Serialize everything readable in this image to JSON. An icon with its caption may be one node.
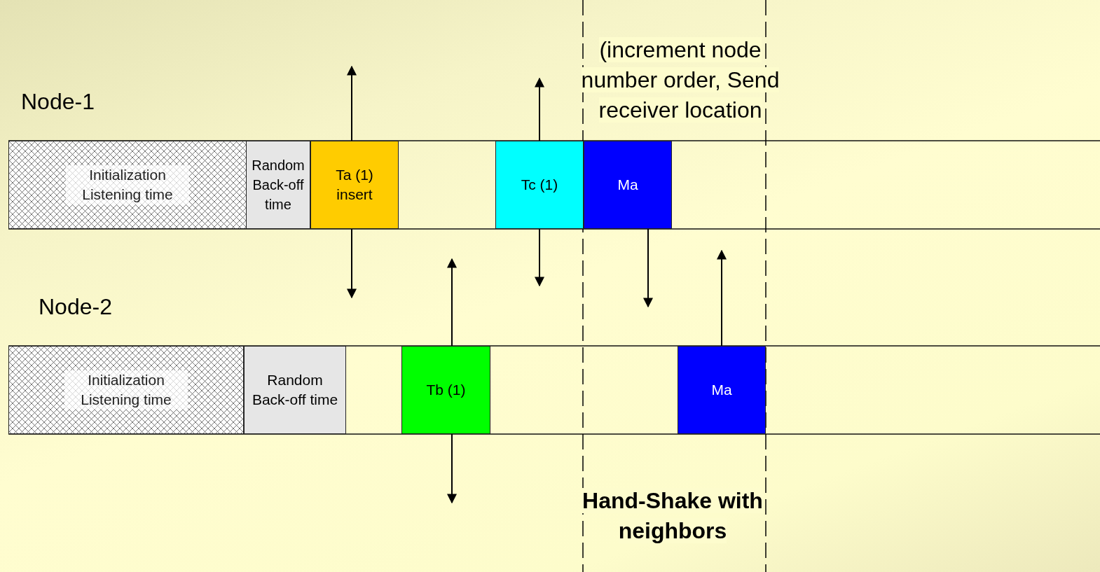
{
  "diagram": {
    "nodes": [
      {
        "text": [
          "Initialization Listening time"
        ]
      },
      {
        "text": [
          "Random Back-off time"
        ]
      },
      {
        "text": [
          "Ta (1) insert"
        ]
      },
      {
        "text": [
          "Tc (1)"
        ]
      },
      {
        "text": [
          "Ma"
        ]
      },
      {
        "text": [
          "Initialization Listening time"
        ]
      },
      {
        "text": [
          "Random Back-off time"
        ]
      },
      {
        "text": [
          "Tb (1)"
        ]
      },
      {
        "text": [
          "Ma"
        ]
      }
    ],
    "edges": [
      {
        "from": 2,
        "to": null,
        "arrow": "to"
      },
      {
        "from": 2,
        "to": null,
        "arrow": "to"
      },
      {
        "from": 3,
        "to": null,
        "arrow": "to"
      },
      {
        "from": 3,
        "to": null,
        "arrow": "to"
      },
      {
        "from": 4,
        "to": null,
        "arrow": "to"
      },
      {
        "from": 7,
        "to": null,
        "arrow": "to"
      },
      {
        "from": 7,
        "to": null,
        "arrow": "to"
      },
      {
        "from": 8,
        "to": null,
        "arrow": "to"
      }
    ],
    "labels": [
      "Node-1",
      "(increment node number order, Send receiver location",
      "Node-2",
      "Hand-Shake with neighbors"
    ]
  }
}
